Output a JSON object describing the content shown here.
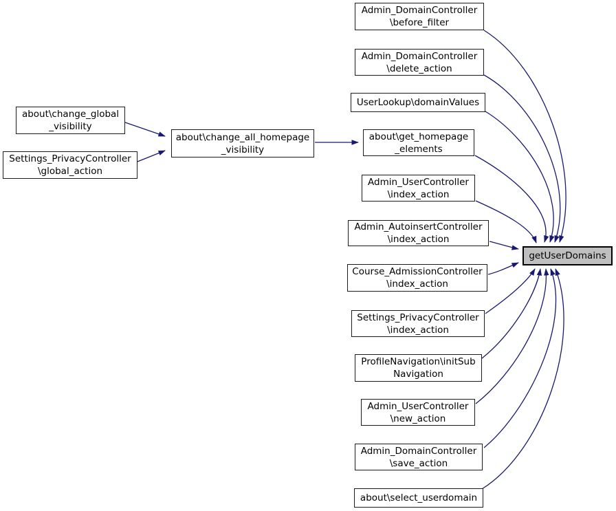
{
  "diagram": {
    "type": "caller-graph",
    "edge_color": "#191970",
    "node_fill": "#ffffff",
    "node_border": "#1a1a1a",
    "target_fill": "#bfbfbf",
    "target_border": "#000000"
  },
  "nodes": [
    {
      "id": "about_change_global_visibility",
      "label": "about\\change_global\n_visibility"
    },
    {
      "id": "settings_privacycontroller_global_action",
      "label": "Settings_PrivacyController\n\\global_action"
    },
    {
      "id": "about_change_all_homepage_visibility",
      "label": "about\\change_all_homepage\n_visibility"
    },
    {
      "id": "admin_domaincontroller_before_filter",
      "label": "Admin_DomainController\n\\before_filter"
    },
    {
      "id": "admin_domaincontroller_delete_action",
      "label": "Admin_DomainController\n\\delete_action"
    },
    {
      "id": "userlookup_domainvalues",
      "label": "UserLookup\\domainValues"
    },
    {
      "id": "about_get_homepage_elements",
      "label": "about\\get_homepage\n_elements"
    },
    {
      "id": "admin_usercontroller_index_action",
      "label": "Admin_UserController\n\\index_action"
    },
    {
      "id": "admin_autoinsertcontroller_index_action",
      "label": "Admin_AutoinsertController\n\\index_action"
    },
    {
      "id": "course_admissioncontroller_index_action",
      "label": "Course_AdmissionController\n\\index_action"
    },
    {
      "id": "settings_privacycontroller_index_action",
      "label": "Settings_PrivacyController\n\\index_action"
    },
    {
      "id": "profilenavigation_initsubnavigation",
      "label": "ProfileNavigation\\initSub\nNavigation"
    },
    {
      "id": "admin_usercontroller_new_action",
      "label": "Admin_UserController\n\\new_action"
    },
    {
      "id": "admin_domaincontroller_save_action",
      "label": "Admin_DomainController\n\\save_action"
    },
    {
      "id": "about_select_userdomain",
      "label": "about\\select_userdomain"
    },
    {
      "id": "getuserdomains",
      "label": "getUserDomains"
    }
  ],
  "edges": [
    {
      "from": "about_change_global_visibility",
      "to": "about_change_all_homepage_visibility"
    },
    {
      "from": "settings_privacycontroller_global_action",
      "to": "about_change_all_homepage_visibility"
    },
    {
      "from": "about_change_all_homepage_visibility",
      "to": "about_get_homepage_elements"
    },
    {
      "from": "admin_domaincontroller_before_filter",
      "to": "getuserdomains"
    },
    {
      "from": "admin_domaincontroller_delete_action",
      "to": "getuserdomains"
    },
    {
      "from": "userlookup_domainvalues",
      "to": "getuserdomains"
    },
    {
      "from": "about_get_homepage_elements",
      "to": "getuserdomains"
    },
    {
      "from": "admin_usercontroller_index_action",
      "to": "getuserdomains"
    },
    {
      "from": "admin_autoinsertcontroller_index_action",
      "to": "getuserdomains"
    },
    {
      "from": "course_admissioncontroller_index_action",
      "to": "getuserdomains"
    },
    {
      "from": "settings_privacycontroller_index_action",
      "to": "getuserdomains"
    },
    {
      "from": "profilenavigation_initsubnavigation",
      "to": "getuserdomains"
    },
    {
      "from": "admin_usercontroller_new_action",
      "to": "getuserdomains"
    },
    {
      "from": "admin_domaincontroller_save_action",
      "to": "getuserdomains"
    },
    {
      "from": "about_select_userdomain",
      "to": "getuserdomains"
    }
  ]
}
